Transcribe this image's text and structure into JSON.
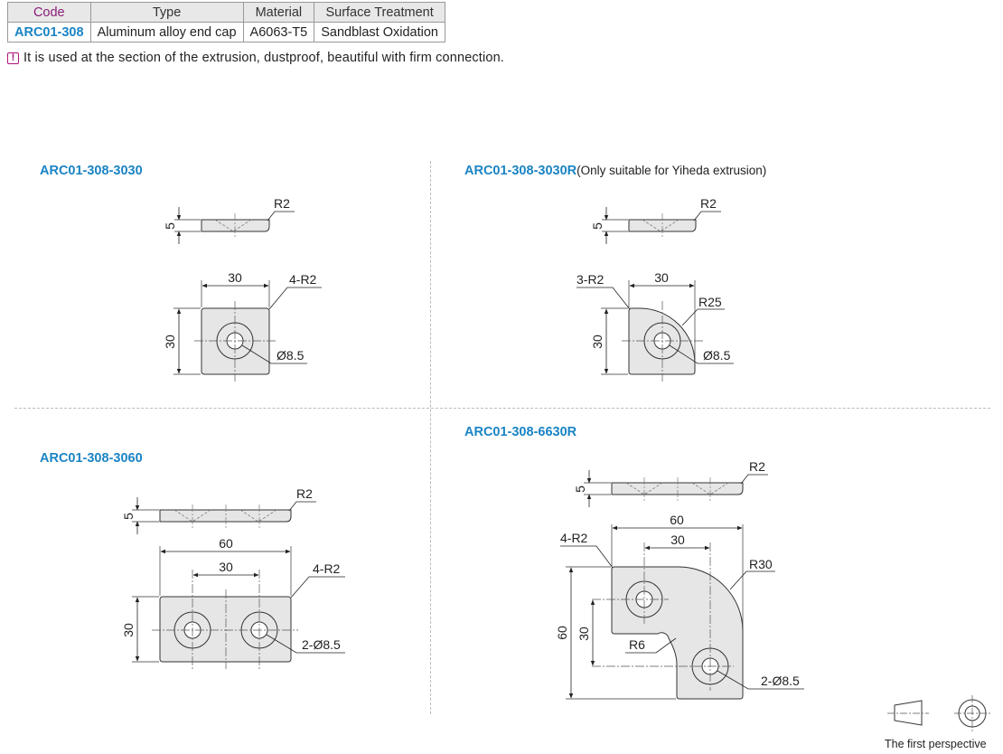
{
  "table": {
    "headers": [
      "Code",
      "Type",
      "Material",
      "Surface Treatment"
    ],
    "row": [
      "ARC01-308",
      "Aluminum alloy end cap",
      "A6063-T5",
      "Sandblast Oxidation"
    ]
  },
  "note": "It is used at the section of the extrusion, dustproof, beautiful with firm connection.",
  "sections": [
    {
      "title": "ARC01-308-3030",
      "suffix": ""
    },
    {
      "title": "ARC01-308-3030R",
      "suffix": "(Only suitable for Yiheda extrusion)"
    },
    {
      "title": "ARC01-308-3060",
      "suffix": ""
    },
    {
      "title": "ARC01-308-6630R",
      "suffix": ""
    }
  ],
  "dims": {
    "thickness": "5",
    "edge_radius": "R2",
    "w30": "30",
    "w60": "60",
    "h30": "30",
    "h60": "60",
    "corners_4": "4-R2",
    "corners_3": "3-R2",
    "r25": "R25",
    "r30": "R30",
    "r6": "R6",
    "hole": "Ø8.5",
    "holes_2": "2-Ø8.5"
  },
  "projection_label": "The first perspective",
  "colors": {
    "accent_blue": "#1a84c4",
    "code_header": "#8a1d7a",
    "part_fill": "#e6e6e6"
  }
}
